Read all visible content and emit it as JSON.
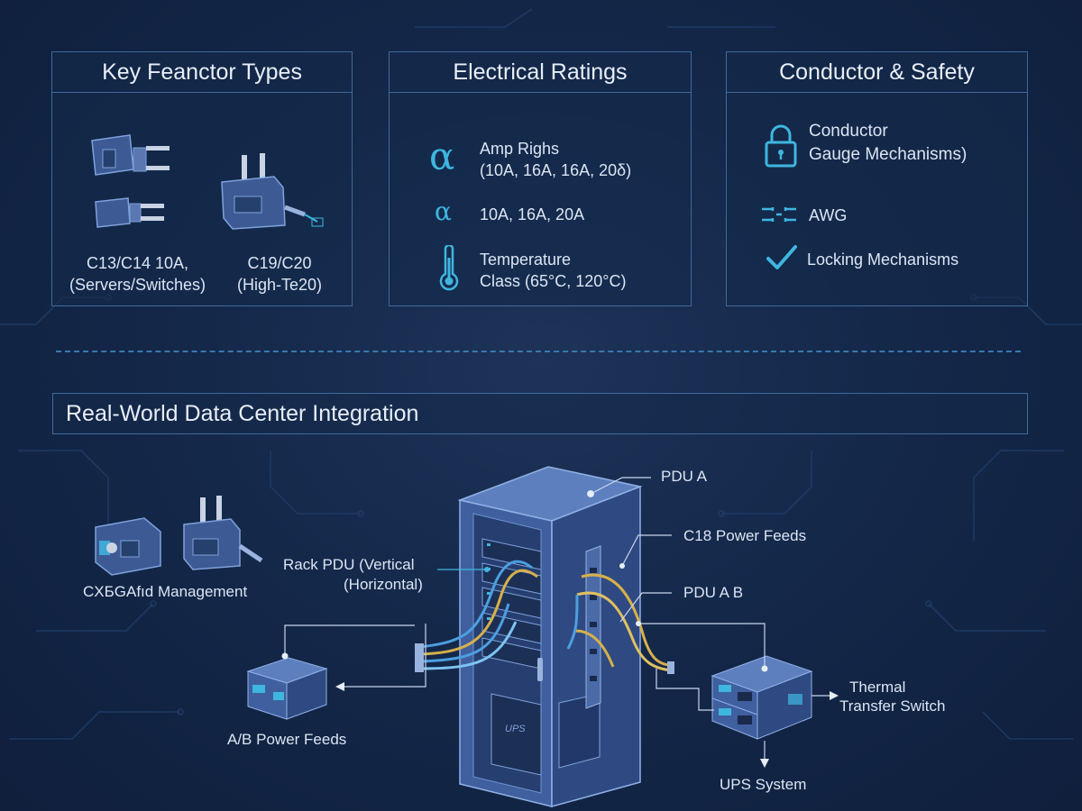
{
  "panels": [
    {
      "title": "Key Feanctor Types",
      "items": [
        {
          "label_line1": "C13/C14 10A,",
          "label_line2": "(Servers/Switches)",
          "icon": "iec-plug-icon"
        },
        {
          "label_line1": "C19/C20",
          "label_line2": "(High-Te20)",
          "icon": "high-current-plug-icon"
        }
      ]
    },
    {
      "title": "Electrical Ratings",
      "items": [
        {
          "icon": "alpha-icon",
          "glyph": "α",
          "line1": "Amp Righs",
          "line2": "(10A, 16A, 16A, 20δ)"
        },
        {
          "icon": "alpha-small-icon",
          "glyph": "α",
          "line1": "10A, 16A, 20A"
        },
        {
          "icon": "thermometer-icon",
          "line1": "Temperature",
          "line2": "Class (65°C, 120°C)"
        }
      ]
    },
    {
      "title": "Conductor & Safety",
      "items": [
        {
          "icon": "lock-icon",
          "line1": "Conductor",
          "line2": "Gauge Mechanisms)"
        },
        {
          "icon": "wire-gauge-icon",
          "line1": "AWG"
        },
        {
          "icon": "checkmark-icon",
          "line1": "Locking Mechanisms"
        }
      ]
    }
  ],
  "integration": {
    "title": "Real-World Data Center Integration",
    "labels": {
      "pdu_a": "PDU A",
      "c18_feeds": "C18 Power Feeds",
      "pdu_ab": "PDU A B",
      "rack_pdu_1": "Rack PDU (Vertical",
      "rack_pdu_2": "(Horizontal)",
      "mgmt": "CXБGAfıd Management",
      "ab_feeds": "A/B Power Feeds",
      "thermal_1": "Thermal",
      "thermal_2": "Transfer Switch",
      "ups_system": "UPS System",
      "ups_tag": "UPS"
    }
  },
  "colors": {
    "background": "#14284a",
    "panel_border": "#3f6a9b",
    "accent_cyan": "#3fb6e0",
    "device_blue": "#4a6aa8",
    "cable_yellow": "#d6b04a",
    "cable_blue": "#4c9fe0"
  }
}
